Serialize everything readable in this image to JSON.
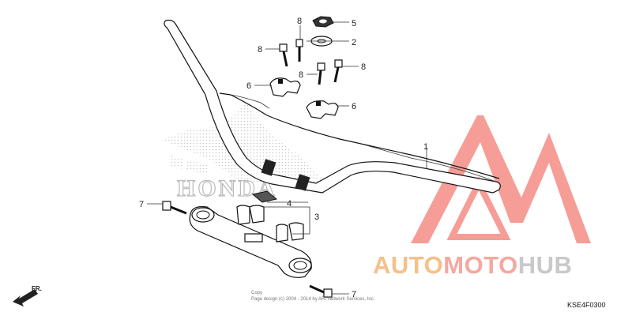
{
  "watermark": {
    "text_auto": "AUTO",
    "text_moto": "MOTO",
    "text_hub": "HUB",
    "color_auto": "#f5c08a",
    "color_moto": "#f5a8a0",
    "color_hub": "#c9c9c9",
    "logo_color": "#f48c84"
  },
  "brand": {
    "name": "HONDA"
  },
  "callouts": [
    {
      "id": "1",
      "label": "1"
    },
    {
      "id": "2",
      "label": "2"
    },
    {
      "id": "3",
      "label": "3"
    },
    {
      "id": "4",
      "label": "4"
    },
    {
      "id": "5",
      "label": "5"
    },
    {
      "id": "6a",
      "label": "6"
    },
    {
      "id": "6b",
      "label": "6"
    },
    {
      "id": "7a",
      "label": "7"
    },
    {
      "id": "7b",
      "label": "7"
    },
    {
      "id": "8a",
      "label": "8"
    },
    {
      "id": "8b",
      "label": "8"
    },
    {
      "id": "8c",
      "label": "8"
    },
    {
      "id": "8d",
      "label": "8"
    }
  ],
  "direction_label": "FR.",
  "copyright": {
    "line1": "Copy",
    "line2": "Page design (c) 2004 - 2014 by ARI Network Services, Inc."
  },
  "diagram_code": "KSE4F0300"
}
